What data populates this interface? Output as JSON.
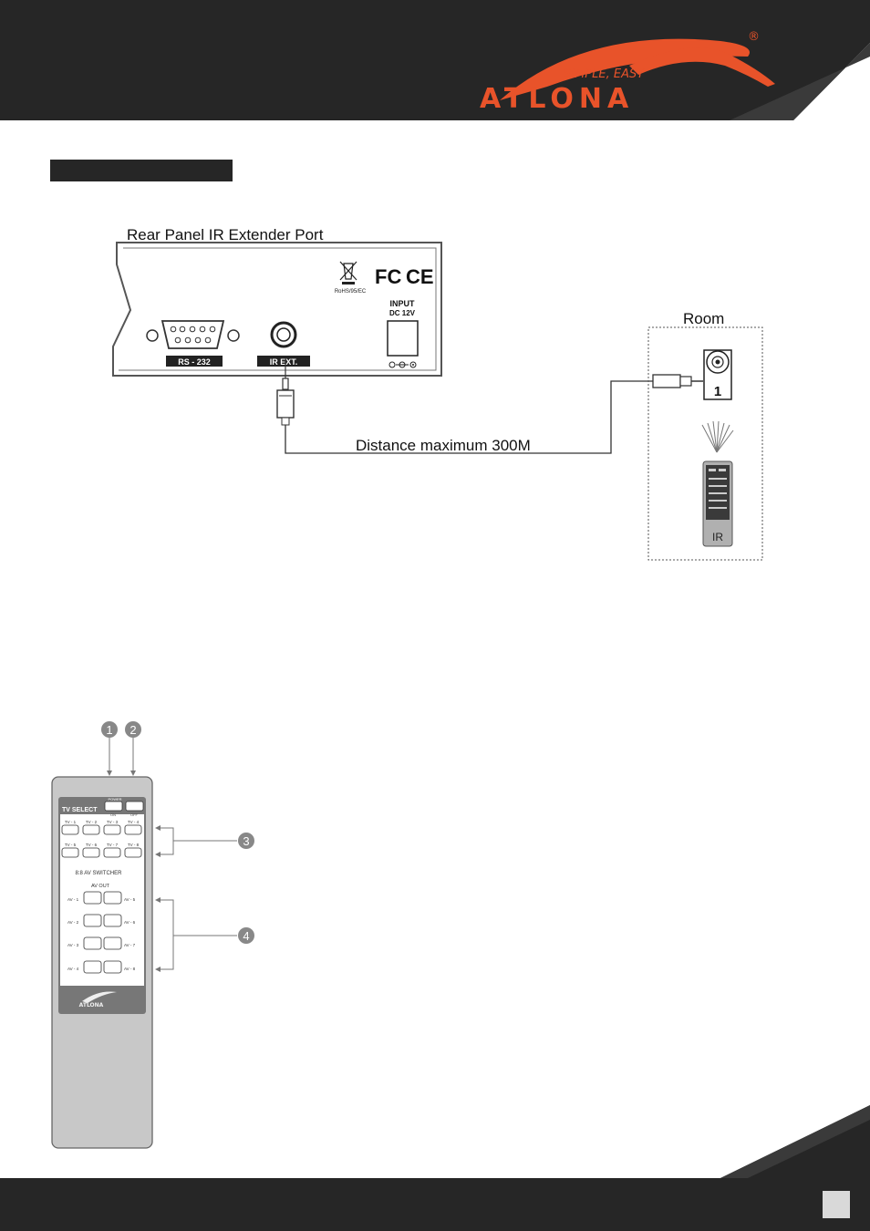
{
  "header": {
    "brand_name": "ATLONA",
    "tagline": "SIMPLE, EASY",
    "registered_mark": "®",
    "accent_color": "#e8532a",
    "bar_color": "#262626"
  },
  "ir_diagram": {
    "panel_title": "Rear Panel IR Extender Port",
    "rs232_label": "RS - 232",
    "ir_ext_label": "IR EXT.",
    "input_label": "INPUT",
    "dc_label": "DC 12V",
    "rohs_label": "RoHS/95/EC",
    "fcc_label": "FC",
    "ce_label": "CE",
    "distance_label": "Distance maximum 300M",
    "room_label": "Room",
    "receiver_number": "1",
    "remote_label": "IR"
  },
  "remote": {
    "callouts": [
      "1",
      "2",
      "3",
      "4"
    ],
    "tv_select_label": "TV SELECT",
    "power_label": "POWER",
    "on_label": "ON",
    "off_label": "OFF",
    "tv_buttons": [
      "TV - 1",
      "TV - 2",
      "TV - 3",
      "TV - 4",
      "TV - 5",
      "TV - 6",
      "TV - 7",
      "TV - 8"
    ],
    "switcher_label": "8:8 AV SWITCHER",
    "av_out_label": "AV OUT",
    "av_left": [
      "AV - 1",
      "AV - 2",
      "AV - 3",
      "AV - 4"
    ],
    "av_right": [
      "AV - 5",
      "AV - 6",
      "AV - 7",
      "AV - 8"
    ],
    "logo_text": "ATLONA"
  }
}
